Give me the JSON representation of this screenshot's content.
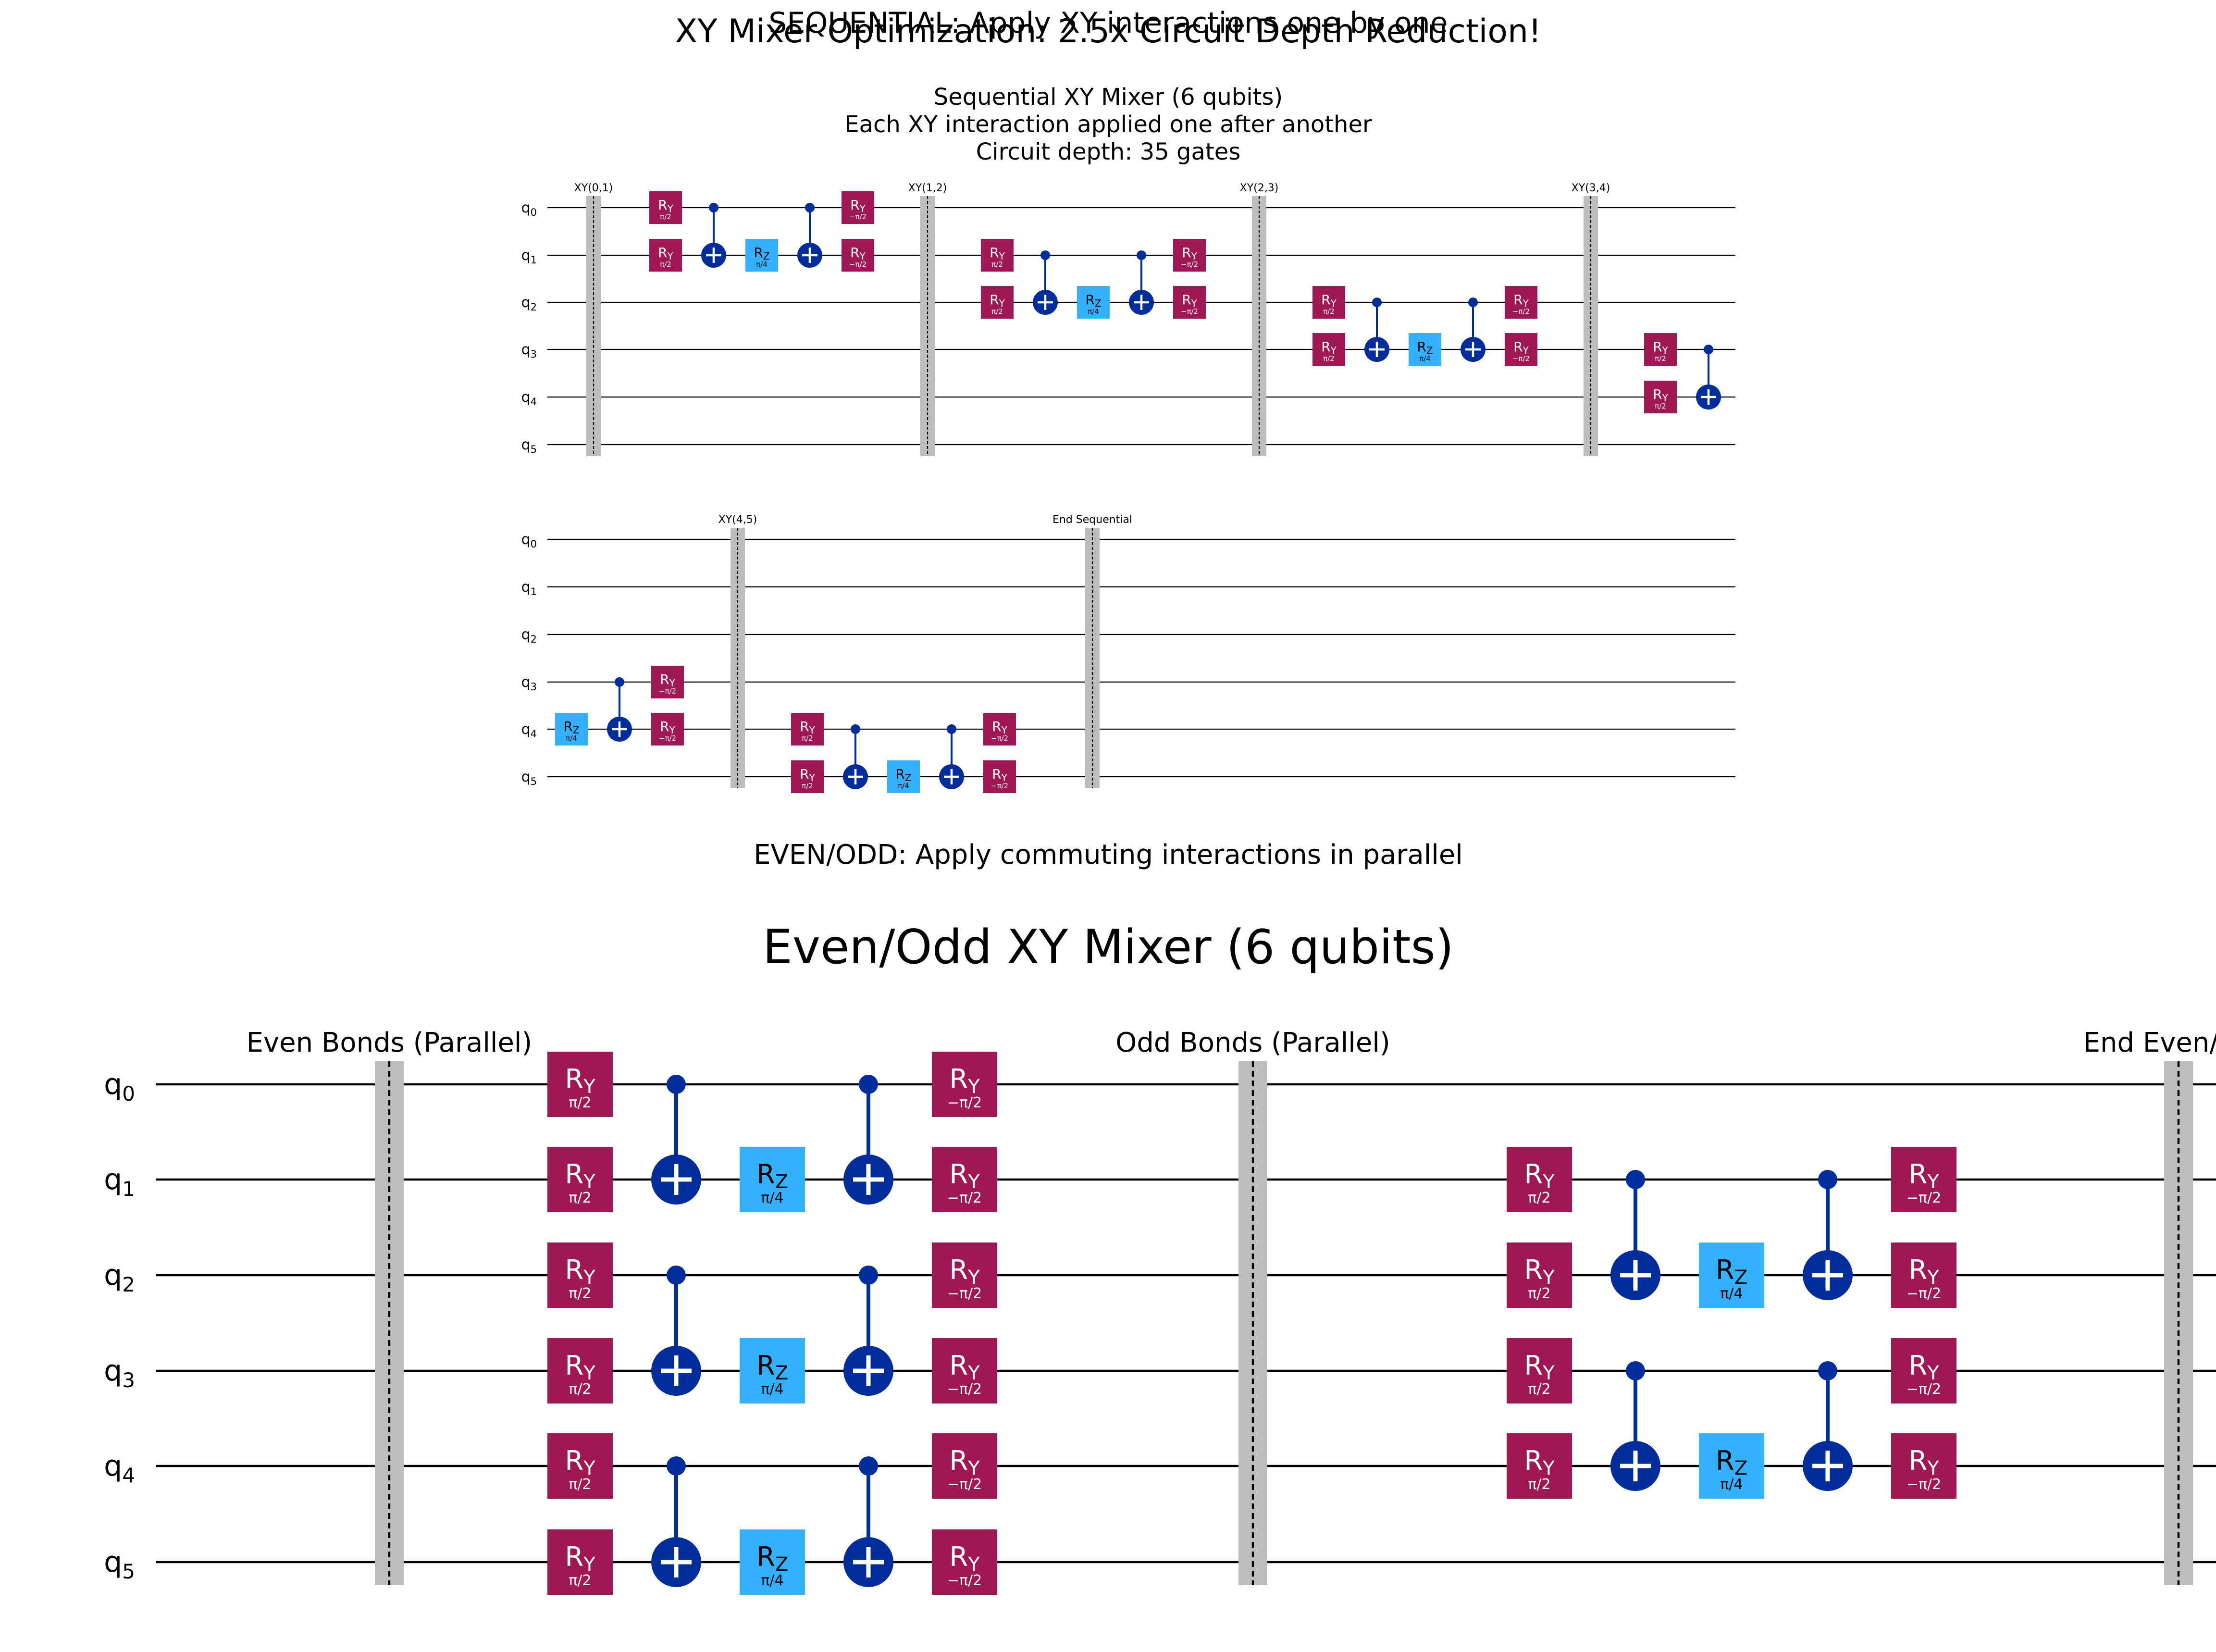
{
  "figure": {
    "title": "XY Mixer Optimization: 2.5x Circuit Depth Reduction!",
    "sequential_heading": "SEQUENTIAL: Apply XY interactions one by one",
    "evenodd_heading": "EVEN/ODD: Apply commuting interactions in parallel"
  },
  "sequential": {
    "title_lines": [
      "Sequential XY Mixer (6 qubits)",
      "Each XY interaction applied one after another",
      "Circuit depth: 35 gates"
    ],
    "barrier_labels": [
      "XY(0,1)",
      "XY(1,2)",
      "XY(2,3)",
      "XY(3,4)",
      "XY(4,5)",
      "End Sequential"
    ]
  },
  "evenodd": {
    "title": "Even/Odd XY Mixer (6 qubits)",
    "barrier_labels": [
      "Even Bonds (Parallel)",
      "Odd Bonds (Parallel)",
      "End Even/Odd"
    ]
  },
  "qubits": [
    "q",
    "q",
    "q",
    "q",
    "q",
    "q"
  ],
  "qubit_indices": [
    "0",
    "1",
    "2",
    "3",
    "4",
    "5"
  ],
  "gate_text": {
    "ry": "R",
    "ry_sub": "Y",
    "rz": "R",
    "rz_sub": "Z",
    "angle_pos": "π/2",
    "angle_neg": "−π/2",
    "angle_rz": "π/4"
  },
  "colors": {
    "ry_gate": "#9F1853",
    "rz_gate": "#33B1FF",
    "cx": "#002D9C",
    "barrier": "#BDBDBD",
    "wire": "#000000"
  }
}
